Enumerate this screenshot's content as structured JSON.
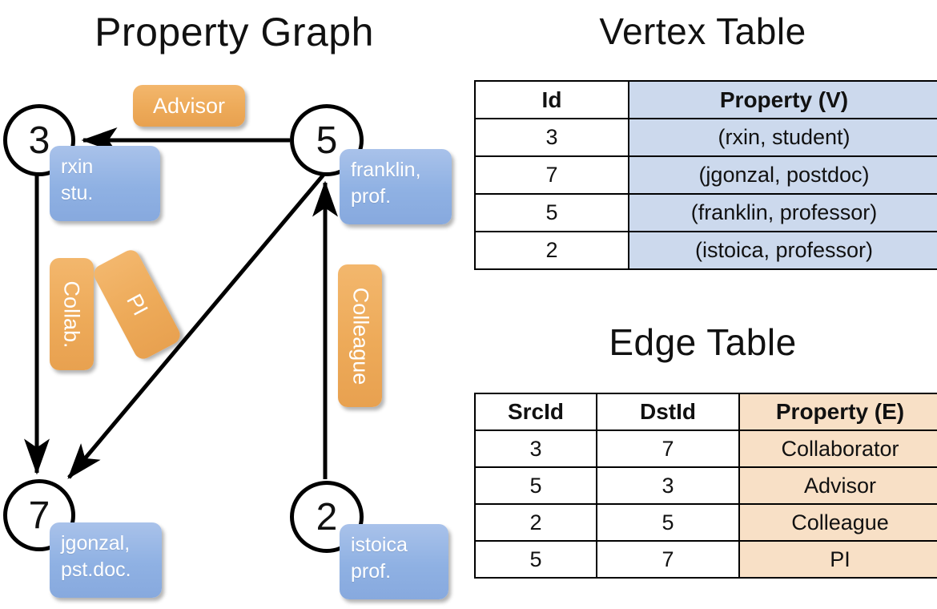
{
  "titles": {
    "property_graph": "Property Graph",
    "vertex_table": "Vertex Table",
    "edge_table": "Edge Table"
  },
  "graph": {
    "nodes": [
      {
        "id": "3",
        "name": "node-3",
        "property_line1": "rxin",
        "property_line2": "stu."
      },
      {
        "id": "5",
        "name": "node-5",
        "property_line1": "franklin,",
        "property_line2": "prof."
      },
      {
        "id": "7",
        "name": "node-7",
        "property_line1": "jgonzal,",
        "property_line2": "pst.doc."
      },
      {
        "id": "2",
        "name": "node-2",
        "property_line1": "istoica",
        "property_line2": "prof."
      }
    ],
    "edge_labels": [
      {
        "name": "advisor",
        "text": "Advisor",
        "orientation": "horizontal"
      },
      {
        "name": "collab",
        "text": "Collab.",
        "orientation": "vertical"
      },
      {
        "name": "pi",
        "text": "PI",
        "orientation": "rotated"
      },
      {
        "name": "colleague",
        "text": "Colleague",
        "orientation": "vertical"
      }
    ]
  },
  "colors": {
    "node_property_blue": "#8fb1e3",
    "edge_label_orange": "#edaa59",
    "vertex_table_fill": "#ccd9ed",
    "edge_table_fill": "#f8e0c6",
    "stroke": "#000000"
  },
  "vertex_table": {
    "headers": [
      "Id",
      "Property (V)"
    ],
    "rows": [
      {
        "id": "3",
        "property": "(rxin, student)"
      },
      {
        "id": "7",
        "property": "(jgonzal, postdoc)"
      },
      {
        "id": "5",
        "property": "(franklin, professor)"
      },
      {
        "id": "2",
        "property": "(istoica, professor)"
      }
    ]
  },
  "edge_table": {
    "headers": [
      "SrcId",
      "DstId",
      "Property (E)"
    ],
    "rows": [
      {
        "src": "3",
        "dst": "7",
        "property": "Collaborator"
      },
      {
        "src": "5",
        "dst": "3",
        "property": "Advisor"
      },
      {
        "src": "2",
        "dst": "5",
        "property": "Colleague"
      },
      {
        "src": "5",
        "dst": "7",
        "property": "PI"
      }
    ]
  }
}
